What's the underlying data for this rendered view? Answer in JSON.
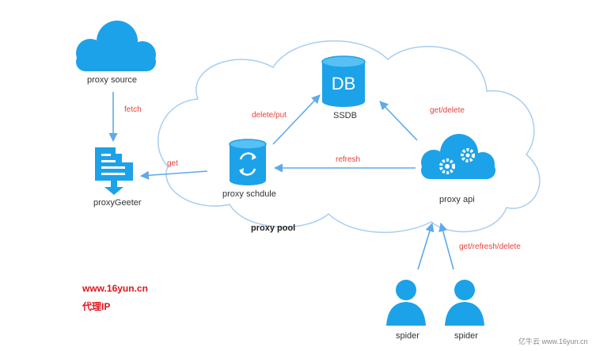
{
  "colors": {
    "accent": "#1ca2e8",
    "arrow": "#5fa9ec",
    "cloud_outline": "#a9cdf3",
    "edge_label": "#e8413c",
    "brand": "#e0141b"
  },
  "nodes": {
    "proxy_source": {
      "label": "proxy source",
      "icon": "cloud-icon"
    },
    "proxy_getter": {
      "label": "proxyGeeter",
      "icon": "document-download-icon"
    },
    "ssdb": {
      "label": "SSDB",
      "icon_text": "DB",
      "icon": "database-icon"
    },
    "proxy_schedule": {
      "label": "proxy schdule",
      "icon": "refresh-cylinder-icon"
    },
    "proxy_api": {
      "label": "proxy api",
      "icon": "gears-cloud-icon"
    },
    "spider_1": {
      "label": "spider",
      "icon": "user-icon"
    },
    "spider_2": {
      "label": "spider",
      "icon": "user-icon"
    }
  },
  "pool": {
    "label": "proxy pool"
  },
  "edges": {
    "fetch": "fetch",
    "get": "get",
    "delete_put": "delete/put",
    "get_delete": "get/delete",
    "refresh": "refresh",
    "get_refresh_delete": "get/refresh/delete"
  },
  "brand": {
    "site": "www.16yun.cn",
    "tagline": "代理IP"
  },
  "footer": {
    "watermark": "亿牛云 www.16yun.cn"
  }
}
